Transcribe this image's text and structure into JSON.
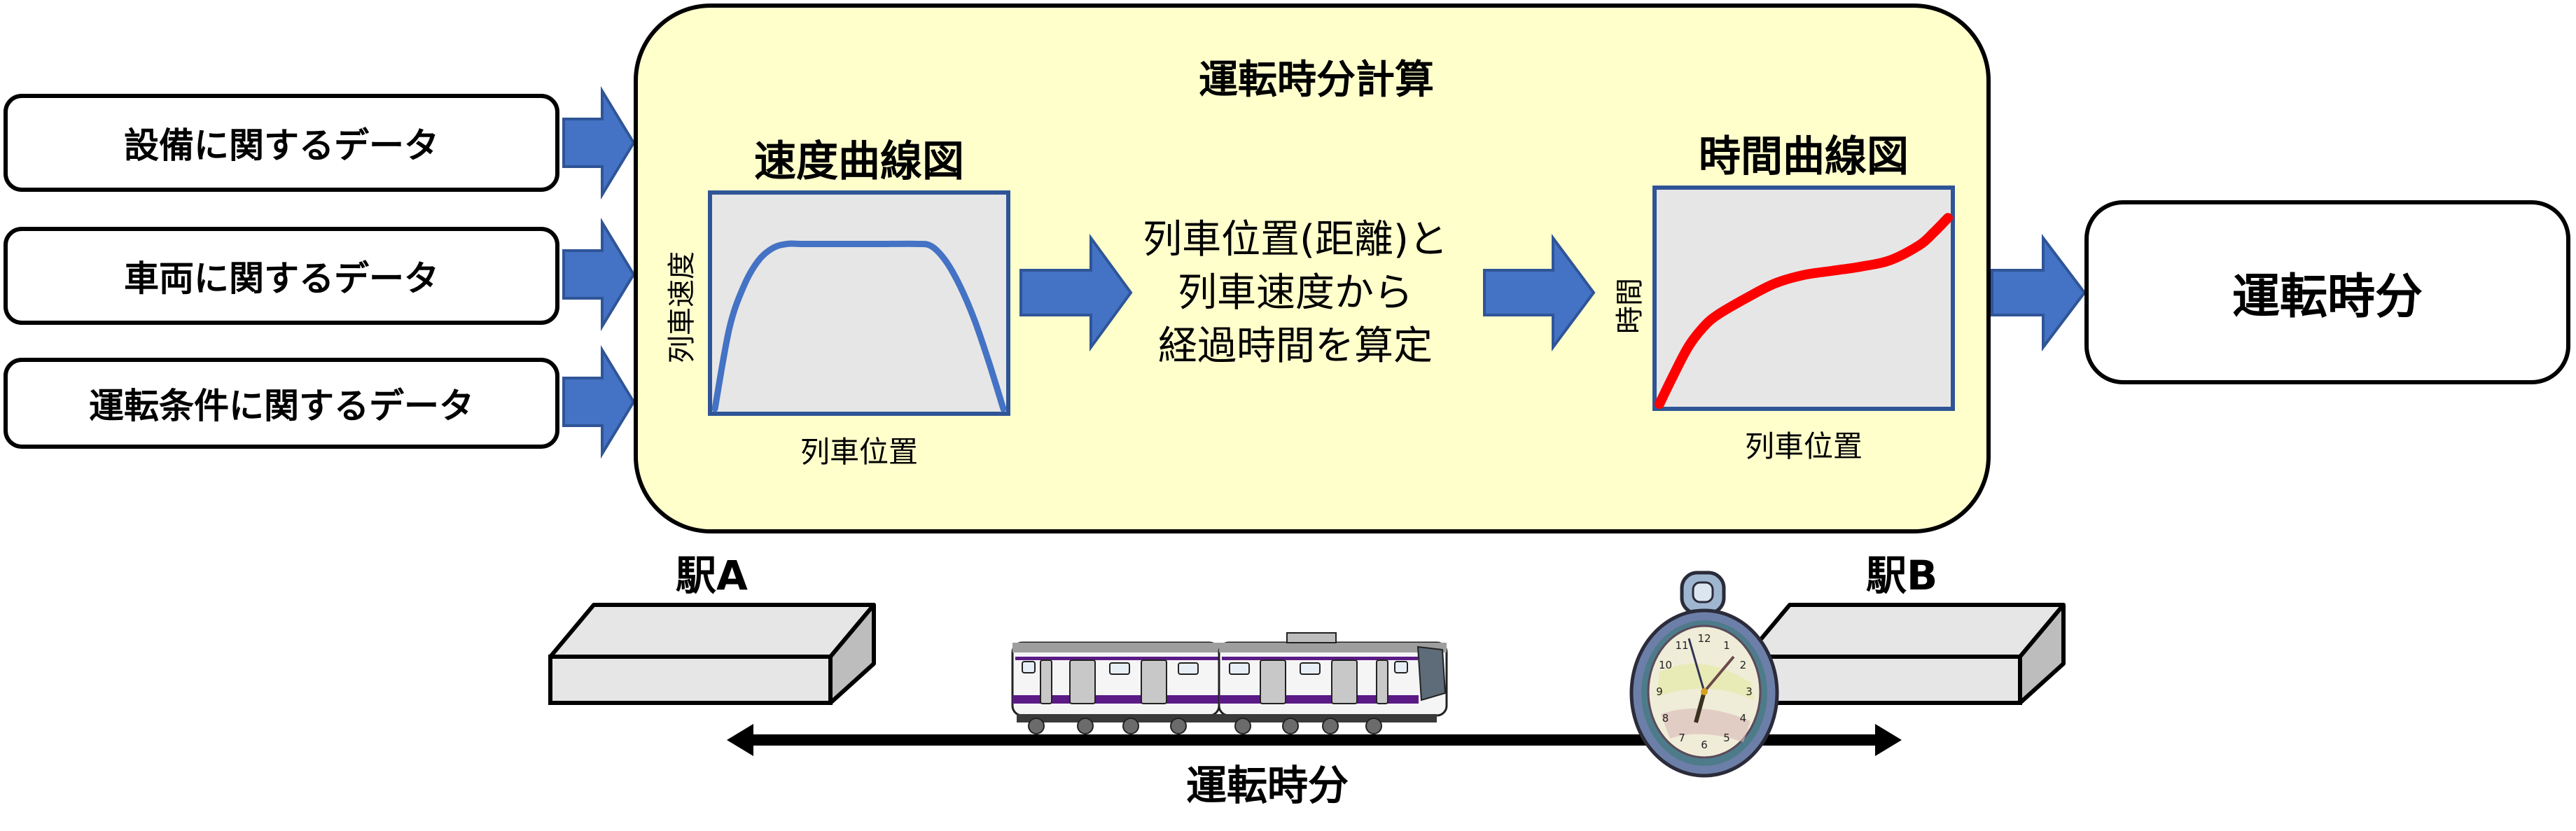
{
  "inputs": {
    "items": [
      {
        "label": "設備に関するデータ"
      },
      {
        "label": "車両に関するデータ"
      },
      {
        "label": "運転条件に関するデータ"
      }
    ]
  },
  "calc_panel": {
    "title": "運転時分計算",
    "speed_chart": {
      "title": "速度曲線図",
      "ylabel": "列車速度",
      "xlabel": "列車位置"
    },
    "process_text": [
      "列車位置(距離)と",
      "列車速度から",
      "経過時間を算定"
    ],
    "time_chart": {
      "title": "時間曲線図",
      "ylabel": "時間",
      "xlabel": "列車位置"
    }
  },
  "output": {
    "label": "運転時分"
  },
  "scene": {
    "station_a": "駅A",
    "station_b": "駅B",
    "span_label": "運転時分",
    "clock_numbers": [
      "12",
      "1",
      "2",
      "3",
      "4",
      "5",
      "6",
      "7",
      "8",
      "9",
      "10",
      "11"
    ]
  },
  "colors": {
    "panel_fill": "#FFFFCC",
    "arrow_fill": "#4472C4",
    "arrow_border": "#2F5597",
    "chart_bg": "#E6E6E6",
    "speed_curve": "#4472C4",
    "time_curve": "#FF0000",
    "train_stripe": "#5B1A86"
  },
  "chart_data": [
    {
      "type": "line",
      "title": "速度曲線図",
      "xlabel": "列車位置",
      "ylabel": "列車速度",
      "x": [
        0,
        0.05,
        0.1,
        0.15,
        0.2,
        0.25,
        0.3,
        0.4,
        0.5,
        0.6,
        0.7,
        0.75,
        0.8,
        0.85,
        0.9,
        0.95,
        1.0
      ],
      "values": [
        0,
        0.38,
        0.58,
        0.7,
        0.76,
        0.78,
        0.78,
        0.78,
        0.78,
        0.78,
        0.78,
        0.77,
        0.7,
        0.58,
        0.42,
        0.22,
        0
      ],
      "xlim": [
        0,
        1
      ],
      "ylim": [
        0,
        1
      ],
      "grid": false,
      "legend": "none"
    },
    {
      "type": "line",
      "title": "時間曲線図",
      "xlabel": "列車位置",
      "ylabel": "時間",
      "x": [
        0,
        0.05,
        0.1,
        0.15,
        0.2,
        0.3,
        0.4,
        0.5,
        0.6,
        0.7,
        0.8,
        0.9,
        0.95,
        1.0
      ],
      "values": [
        0,
        0.14,
        0.27,
        0.36,
        0.42,
        0.5,
        0.57,
        0.61,
        0.63,
        0.65,
        0.68,
        0.75,
        0.81,
        0.88
      ],
      "xlim": [
        0,
        1
      ],
      "ylim": [
        0,
        1
      ],
      "grid": false,
      "legend": "none"
    }
  ]
}
